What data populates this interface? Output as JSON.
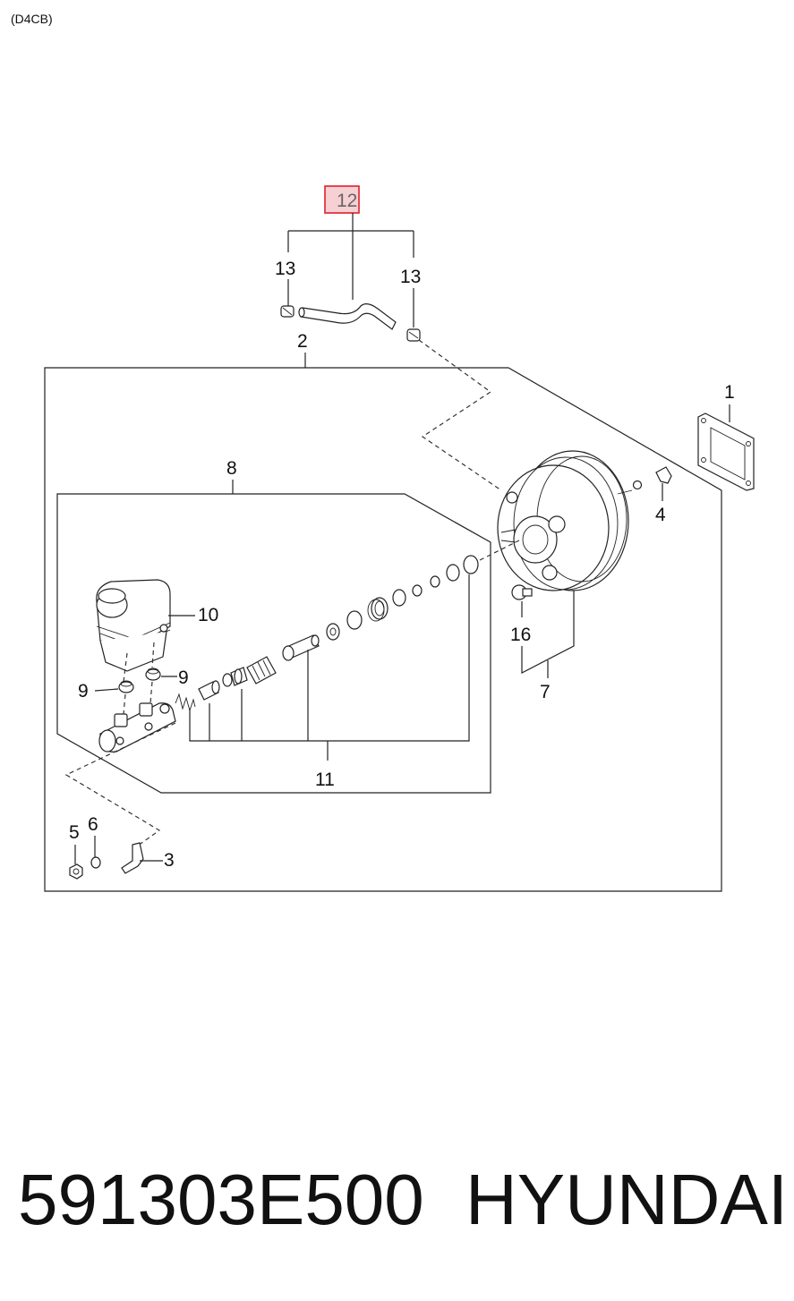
{
  "header": {
    "engine_code": "(D4CB)"
  },
  "callouts": {
    "c1": "1",
    "c2": "2",
    "c3": "3",
    "c4": "4",
    "c5": "5",
    "c6": "6",
    "c7": "7",
    "c8": "8",
    "c9a": "9",
    "c9b": "9",
    "c10": "10",
    "c11": "11",
    "c12": "12",
    "c13a": "13",
    "c13b": "13",
    "c16": "16"
  },
  "highlight": {
    "label": "12",
    "fill": "#f7d0d4",
    "stroke": "#e0202a"
  },
  "footer": {
    "part_number": "591303E500",
    "brand": "HYUNDAI"
  }
}
